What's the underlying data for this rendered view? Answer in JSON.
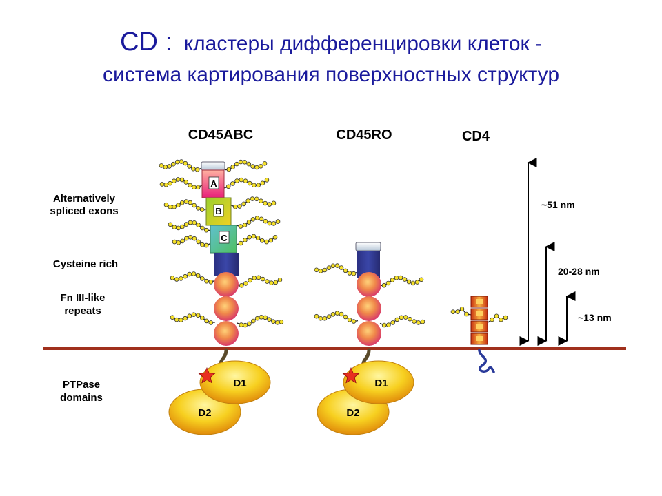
{
  "title": {
    "cd": "CD :",
    "line1_rest": "кластеры дифференцировки клеток -",
    "line2": "система картирования поверхностных структур"
  },
  "molecules": {
    "cd45abc": "CD45ABC",
    "cd45ro": "CD45RO",
    "cd4": "CD4"
  },
  "labels": {
    "alt_spliced_1": "Alternatively",
    "alt_spliced_2": "spliced exons",
    "cysteine": "Cysteine rich",
    "fn_1": "Fn III-like",
    "fn_2": "repeats",
    "ptpase_1": "PTPase",
    "ptpase_2": "domains"
  },
  "exons": {
    "a": "A",
    "b": "B",
    "c": "C"
  },
  "domains": {
    "d1": "D1",
    "d2": "D2"
  },
  "sizes": {
    "s51": "~51 nm",
    "s20": "20-28 nm",
    "s13": "~13 nm"
  },
  "colors": {
    "title": "#1a1a9c",
    "membrane": "#a0301c",
    "cysteine": "#2d3388",
    "ptpase": "#f2c018",
    "bead": "#f5e02a"
  }
}
